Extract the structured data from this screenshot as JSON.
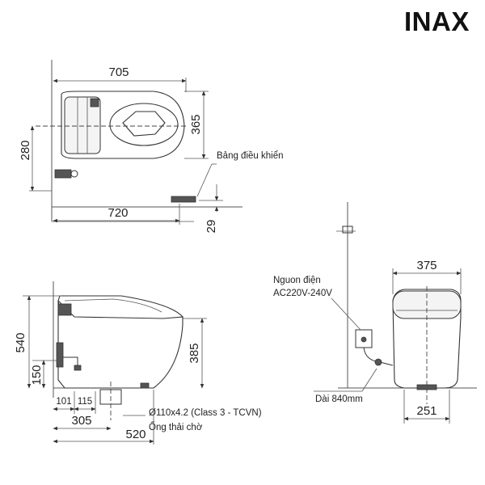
{
  "brand": {
    "logo_text": "INAX"
  },
  "top_view": {
    "dim_width": "705",
    "dim_depth": "365",
    "dim_center": "280",
    "dim_overall": "720",
    "dim_offset": "29",
    "panel_label": "Bảng điều khiển"
  },
  "side_view": {
    "dim_height": "540",
    "dim_inlet": "150",
    "dim_seat": "385",
    "dim_a": "101",
    "dim_b": "115",
    "dim_rough": "305",
    "dim_length": "520",
    "pipe_spec": "Ø110x4.2 (Class 3 - TCVN)",
    "pipe_label": "Ống thải chờ"
  },
  "front_view": {
    "dim_width": "375",
    "dim_base": "251",
    "power_label_1": "Nguon điện",
    "power_label_2": "AC220V-240V",
    "cord_label": "Dài 840mm"
  },
  "colors": {
    "line": "#333333",
    "text": "#222222"
  }
}
